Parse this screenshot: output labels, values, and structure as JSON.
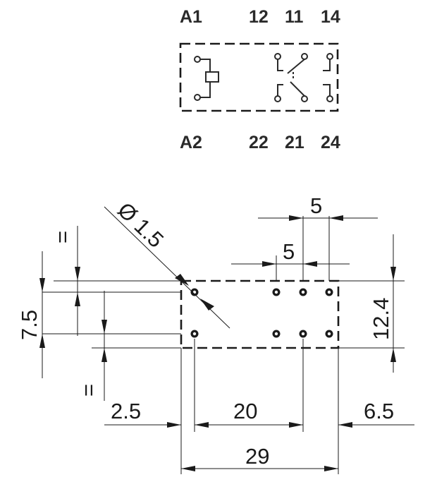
{
  "schematic": {
    "top_labels": [
      "A1",
      "12",
      "11",
      "14"
    ],
    "bottom_labels": [
      "A2",
      "22",
      "21",
      "24"
    ]
  },
  "dimensions": {
    "hole_diameter": "Ø 1.5",
    "top_pitch": "5",
    "second_pitch": "5",
    "row_offset": "7.5",
    "height": "12.4",
    "left_margin": "2.5",
    "coil_to_contacts": "20",
    "right_margin": "6.5",
    "total_width": "29",
    "equal_mark_top": "=",
    "equal_mark_bottom": "="
  }
}
